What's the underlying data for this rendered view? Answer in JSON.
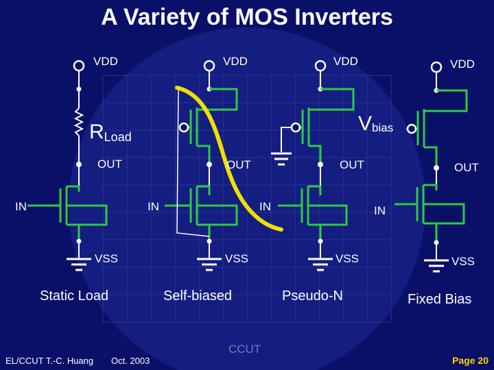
{
  "title": "A Variety of MOS Inverters",
  "labels": {
    "vdd": "VDD",
    "out": "OUT",
    "in": "IN",
    "vss": "VSS",
    "rload_main": "R",
    "rload_sub": "Load",
    "vbias_main": "V",
    "vbias_sub": "bias"
  },
  "captions": [
    "Static Load",
    "Self-biased",
    "Pseudo-N",
    "Fixed Bias"
  ],
  "footer": {
    "author": "EL/CCUT T.-C. Huang",
    "date": "Oct. 2003",
    "watermark": "CCUT",
    "page": "Page 20"
  },
  "colors": {
    "background": "#0a1068",
    "grid": "#2a3590",
    "wire": "#ffffff",
    "transistor": "#2ecc40",
    "curve": "#f0e000",
    "page_number": "#ffd400"
  }
}
